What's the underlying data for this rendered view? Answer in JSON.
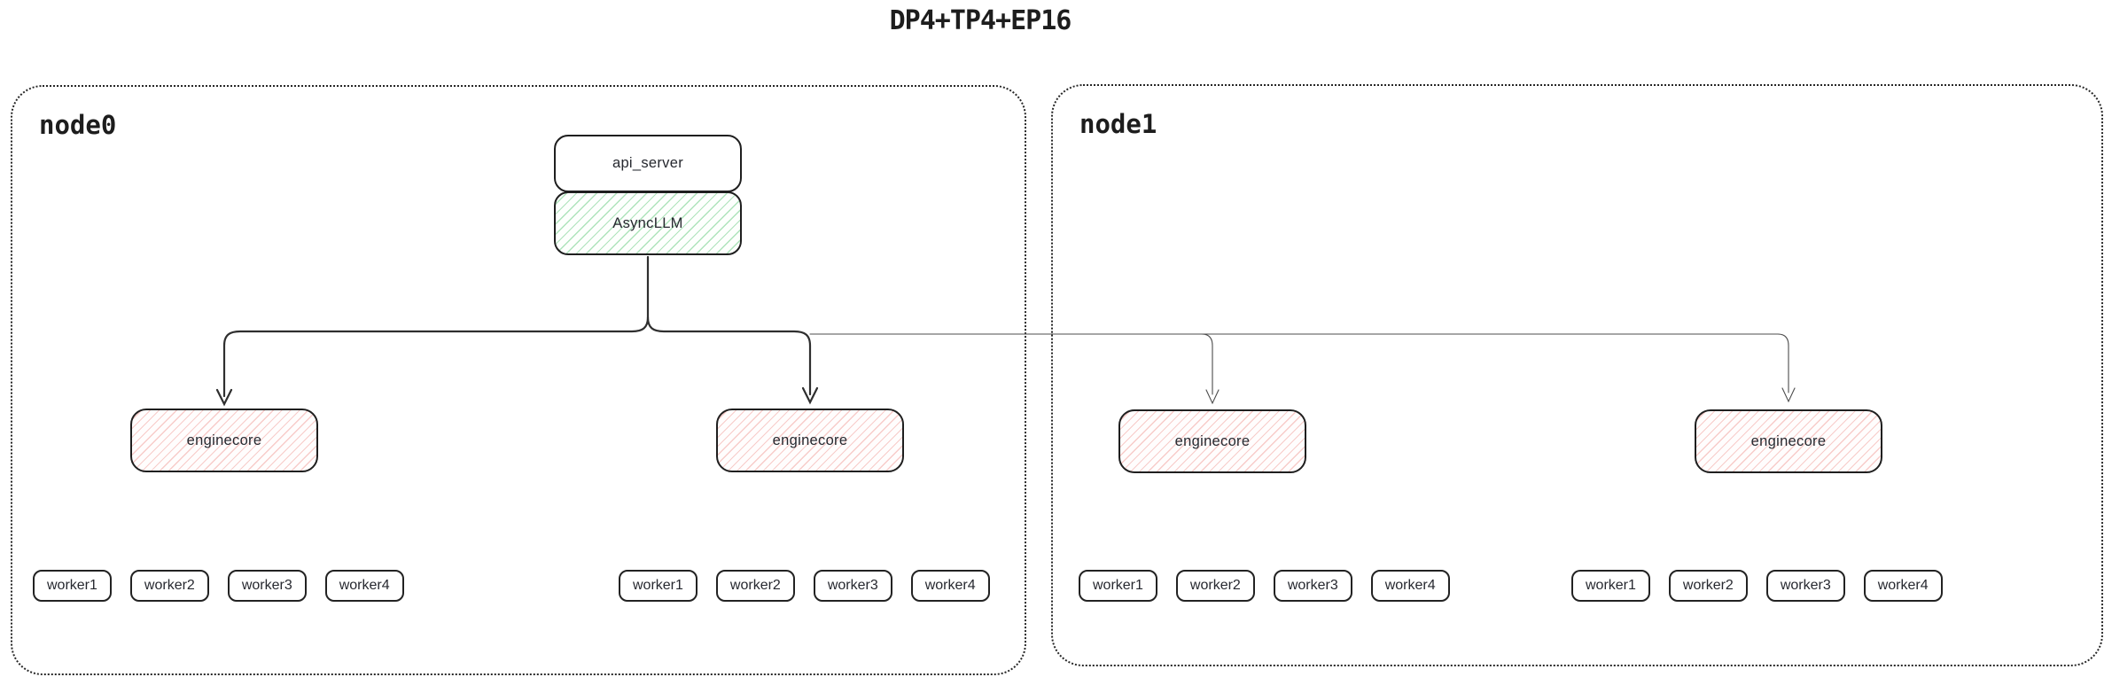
{
  "title": "DP4+TP4+EP16",
  "colors": {
    "box_border": "#1f1f1f",
    "container_border": "#272727",
    "green_hatch": "#6ecd85",
    "pink_hatch": "#ec827c",
    "connector_thick": "#2f2f2f",
    "connector_thin": "#4c4c4c",
    "text": "#26282f",
    "background": "#ffffff"
  },
  "node0": {
    "label": "node0",
    "api_server": {
      "label": "api_server"
    },
    "async_llm": {
      "label": "AsyncLLM"
    },
    "enginecores": [
      {
        "label": "enginecore"
      },
      {
        "label": "enginecore"
      }
    ],
    "worker_groups": [
      {
        "workers": [
          "worker1",
          "worker2",
          "worker3",
          "worker4"
        ]
      },
      {
        "workers": [
          "worker1",
          "worker2",
          "worker3",
          "worker4"
        ]
      }
    ]
  },
  "node1": {
    "label": "node1",
    "enginecores": [
      {
        "label": "enginecore"
      },
      {
        "label": "enginecore"
      }
    ],
    "worker_groups": [
      {
        "workers": [
          "worker1",
          "worker2",
          "worker3",
          "worker4"
        ]
      },
      {
        "workers": [
          "worker1",
          "worker2",
          "worker3",
          "worker4"
        ]
      }
    ]
  }
}
